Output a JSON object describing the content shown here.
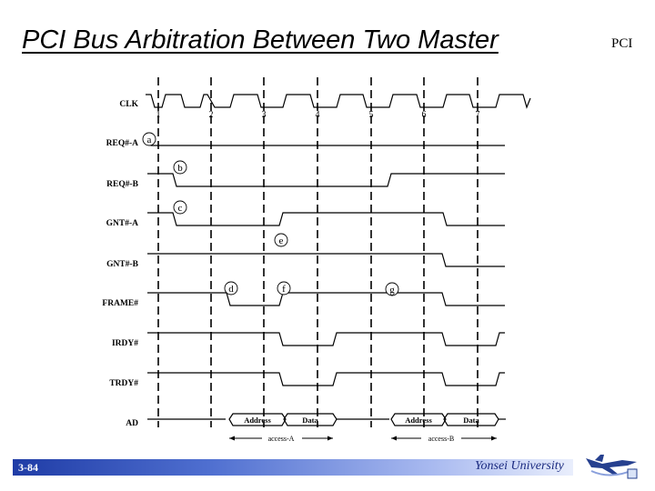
{
  "slide": {
    "title": "PCI Bus Arbitration Between Two Master",
    "tag": "PCI",
    "page_number": "3-84",
    "university": "Yonsei University",
    "logo_icon": "airplane-logo-icon"
  },
  "diagram": {
    "clock_label": "CLK",
    "clock_numbers": [
      "1",
      "2",
      "3",
      "4",
      "5",
      "6",
      "7"
    ],
    "signals": [
      {
        "key": "req_a",
        "label": "REQ#-A"
      },
      {
        "key": "req_b",
        "label": "REQ#-B"
      },
      {
        "key": "gnt_a",
        "label": "GNT#-A"
      },
      {
        "key": "gnt_b",
        "label": "GNT#-B"
      },
      {
        "key": "frame",
        "label": "FRAME#"
      },
      {
        "key": "irdy",
        "label": "IRDY#"
      },
      {
        "key": "trdy",
        "label": "TRDY#"
      },
      {
        "key": "ad",
        "label": "AD"
      }
    ],
    "event_labels": [
      "a",
      "b",
      "c",
      "d",
      "e",
      "f",
      "g"
    ],
    "bus_phases": [
      "Address",
      "Data",
      "Address",
      "Data"
    ],
    "access_labels": [
      "access-A",
      "access-B"
    ]
  },
  "colors": {
    "footer_start": "#1f3ca6",
    "footer_end": "#e9eefc",
    "university_text": "#1a2a80"
  }
}
